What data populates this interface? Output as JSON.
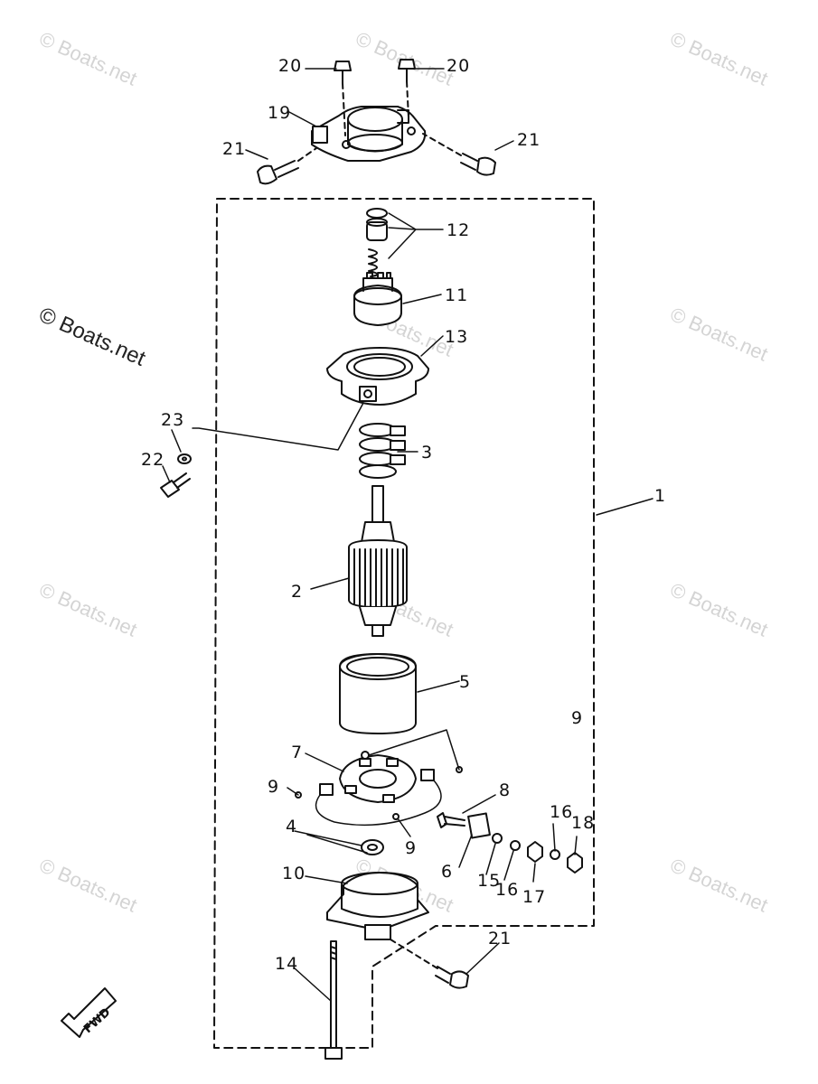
{
  "watermarks": {
    "light_text": "© Boats.net",
    "dark_text": "© Boats.net"
  },
  "fwd_label": "FWD",
  "callouts": {
    "c1": "1",
    "c2": "2",
    "c3": "3",
    "c4": "4",
    "c5": "5",
    "c6": "6",
    "c7": "7",
    "c8": "8",
    "c9a": "9",
    "c9b": "9",
    "c9c": "9",
    "c10": "10",
    "c11": "11",
    "c12": "12",
    "c13": "13",
    "c14": "14",
    "c15": "15",
    "c16a": "16",
    "c16b": "16",
    "c17": "17",
    "c18": "18",
    "c19": "19",
    "c20a": "20",
    "c20b": "20",
    "c21a": "21",
    "c21b": "21",
    "c21c": "21",
    "c22": "22",
    "c23": "23"
  }
}
